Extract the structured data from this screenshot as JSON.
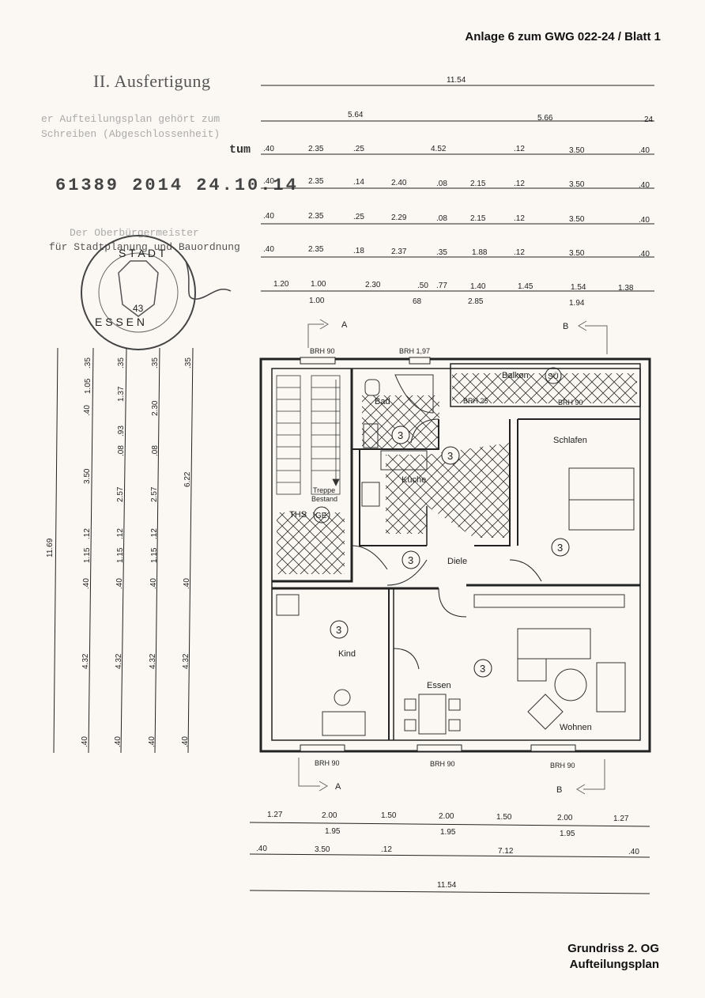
{
  "header": {
    "sheet_ref": "Anlage 6 zum GWG 022-24 / Blatt 1",
    "title_line1": "Grundriss 2. OG",
    "title_line2": "Aufteilungsplan"
  },
  "stamp": {
    "heading": "II. Ausfertigung",
    "line1": "er Aufteilungsplan gehört zum",
    "line2": "Schreiben (Abgeschlossenheit)",
    "line3": "tum",
    "number": "61389 2014 24.10.14",
    "line4": "Der Oberbürgermeister",
    "line5": "für Stadtplanung und Bauordnung",
    "seal_text": "S T A D T",
    "seal_city": "E S S E N",
    "seal_number": "43"
  },
  "dimensions_top": {
    "row1": [
      "11.54"
    ],
    "row2": [
      "5.64",
      "5.66",
      "24"
    ],
    "row3": [
      ".40",
      "2.35",
      ".25",
      "4.52",
      ".12",
      "3.50",
      ".40"
    ],
    "row4": [
      ".40",
      "2.35",
      ".14",
      "2.40",
      ".08",
      "2.15",
      ".12",
      "3.50",
      ".40"
    ],
    "row5": [
      ".40",
      "2.35",
      ".25",
      "2.29",
      ".08",
      "2.15",
      ".12",
      "3.50",
      ".40"
    ],
    "row6": [
      ".40",
      "2.35",
      ".18",
      "2.37",
      ".35",
      "1.88",
      ".12",
      "3.50",
      ".40"
    ],
    "row7_top": [
      "1.20",
      "1.00",
      "2.30",
      ".50",
      ".77",
      "1.40",
      "1.45",
      "1.54",
      "1.38"
    ],
    "row7_bottom": [
      "1.00",
      "68",
      "2.85",
      "1.94"
    ]
  },
  "dimensions_left": {
    "total": "11.69",
    "col1": [
      ".35",
      "1.05",
      ".40",
      "3.50",
      ".12",
      "1.15",
      ".40",
      "4.32",
      ".40"
    ],
    "col2": [
      ".35",
      "1.37",
      ".93",
      ".08",
      "2.57",
      ".12",
      "1.15",
      ".40",
      "4.32",
      ".40"
    ],
    "col3": [
      ".35",
      "2.30",
      ".08",
      "2.57",
      ".12",
      "1.15",
      ".40",
      "4.32",
      ".40"
    ],
    "col4": [
      ".35",
      "6.22",
      ".40",
      "4.32",
      ".40"
    ]
  },
  "dimensions_bottom": {
    "row1_top": [
      "1.27",
      "2.00",
      "1.50",
      "2.00",
      "1.50",
      "2.00",
      "1.27"
    ],
    "row1_bottom": [
      "1.95",
      "1.95",
      "1.95"
    ],
    "row2": [
      ".40",
      "3.50",
      ".12",
      "7.12",
      ".40"
    ],
    "row3": [
      "11.54"
    ]
  },
  "section_markers": {
    "a": "A",
    "b": "B"
  },
  "rooms": {
    "bad": "Bad",
    "kueche": "Küche",
    "balkon": "Balkon",
    "balkon_tag": "SÜ",
    "schlafen": "Schlafen",
    "diele": "Diele",
    "kind": "Kind",
    "essen": "Essen",
    "wohnen": "Wohnen",
    "treppe_l1": "Treppe",
    "treppe_l2": "Bestand",
    "ths": "THS",
    "ge": "GE",
    "unit_number": "3"
  },
  "brh": {
    "top_left": "BRH 90",
    "top_mid": "BRH 1,97",
    "balkon_a": "BRH 25",
    "balkon_b": "BRH 90",
    "bottom_left": "BRH 90",
    "bottom_mid": "BRH 90",
    "bottom_right": "BRH 90"
  }
}
